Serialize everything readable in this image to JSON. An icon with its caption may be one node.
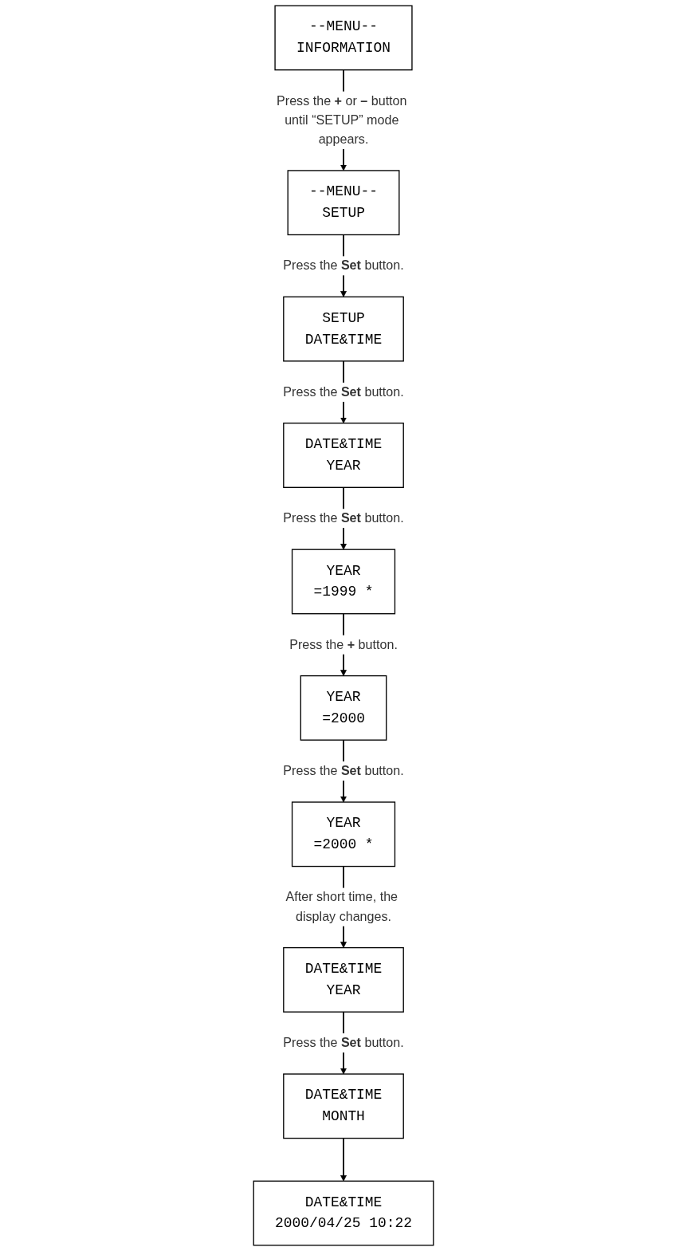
{
  "diagram": {
    "nodes": [
      {
        "text": [
          "--MENU--",
          "INFORMATION"
        ]
      },
      {
        "text": [
          "--MENU--",
          "SETUP"
        ]
      },
      {
        "text": [
          "SETUP",
          "DATE&TIME"
        ]
      },
      {
        "text": [
          "DATE&TIME",
          "YEAR"
        ]
      },
      {
        "text": [
          "YEAR",
          "=1999 *"
        ]
      },
      {
        "text": [
          "YEAR",
          "=2000"
        ]
      },
      {
        "text": [
          "YEAR",
          "=2000 *"
        ]
      },
      {
        "text": [
          "DATE&TIME",
          "YEAR"
        ]
      },
      {
        "text": [
          "DATE&TIME",
          "MONTH"
        ]
      },
      {
        "text": [
          "DATE&TIME",
          "2000/04/25 10:22"
        ]
      }
    ],
    "edges": [
      {
        "from": 0,
        "to": 1,
        "arrow": "to",
        "label": "Press the **+** or **–** button until “SETUP” mode appears."
      },
      {
        "from": 1,
        "to": 2,
        "arrow": "to",
        "label": "Press the **Set** button."
      },
      {
        "from": 2,
        "to": 3,
        "arrow": "to",
        "label": "Press the **Set** button."
      },
      {
        "from": 3,
        "to": 4,
        "arrow": "to",
        "label": "Press the **Set** button."
      },
      {
        "from": 4,
        "to": 5,
        "arrow": "to",
        "label": "Press the **+** button."
      },
      {
        "from": 5,
        "to": 6,
        "arrow": "to",
        "label": "Press the **Set** button."
      },
      {
        "from": 6,
        "to": 7,
        "arrow": "to",
        "label": "After short time, the display changes."
      },
      {
        "from": 7,
        "to": 8,
        "arrow": "to",
        "label": "Press the **Set** button."
      },
      {
        "from": 8,
        "to": 9,
        "arrow": "to"
      }
    ]
  }
}
